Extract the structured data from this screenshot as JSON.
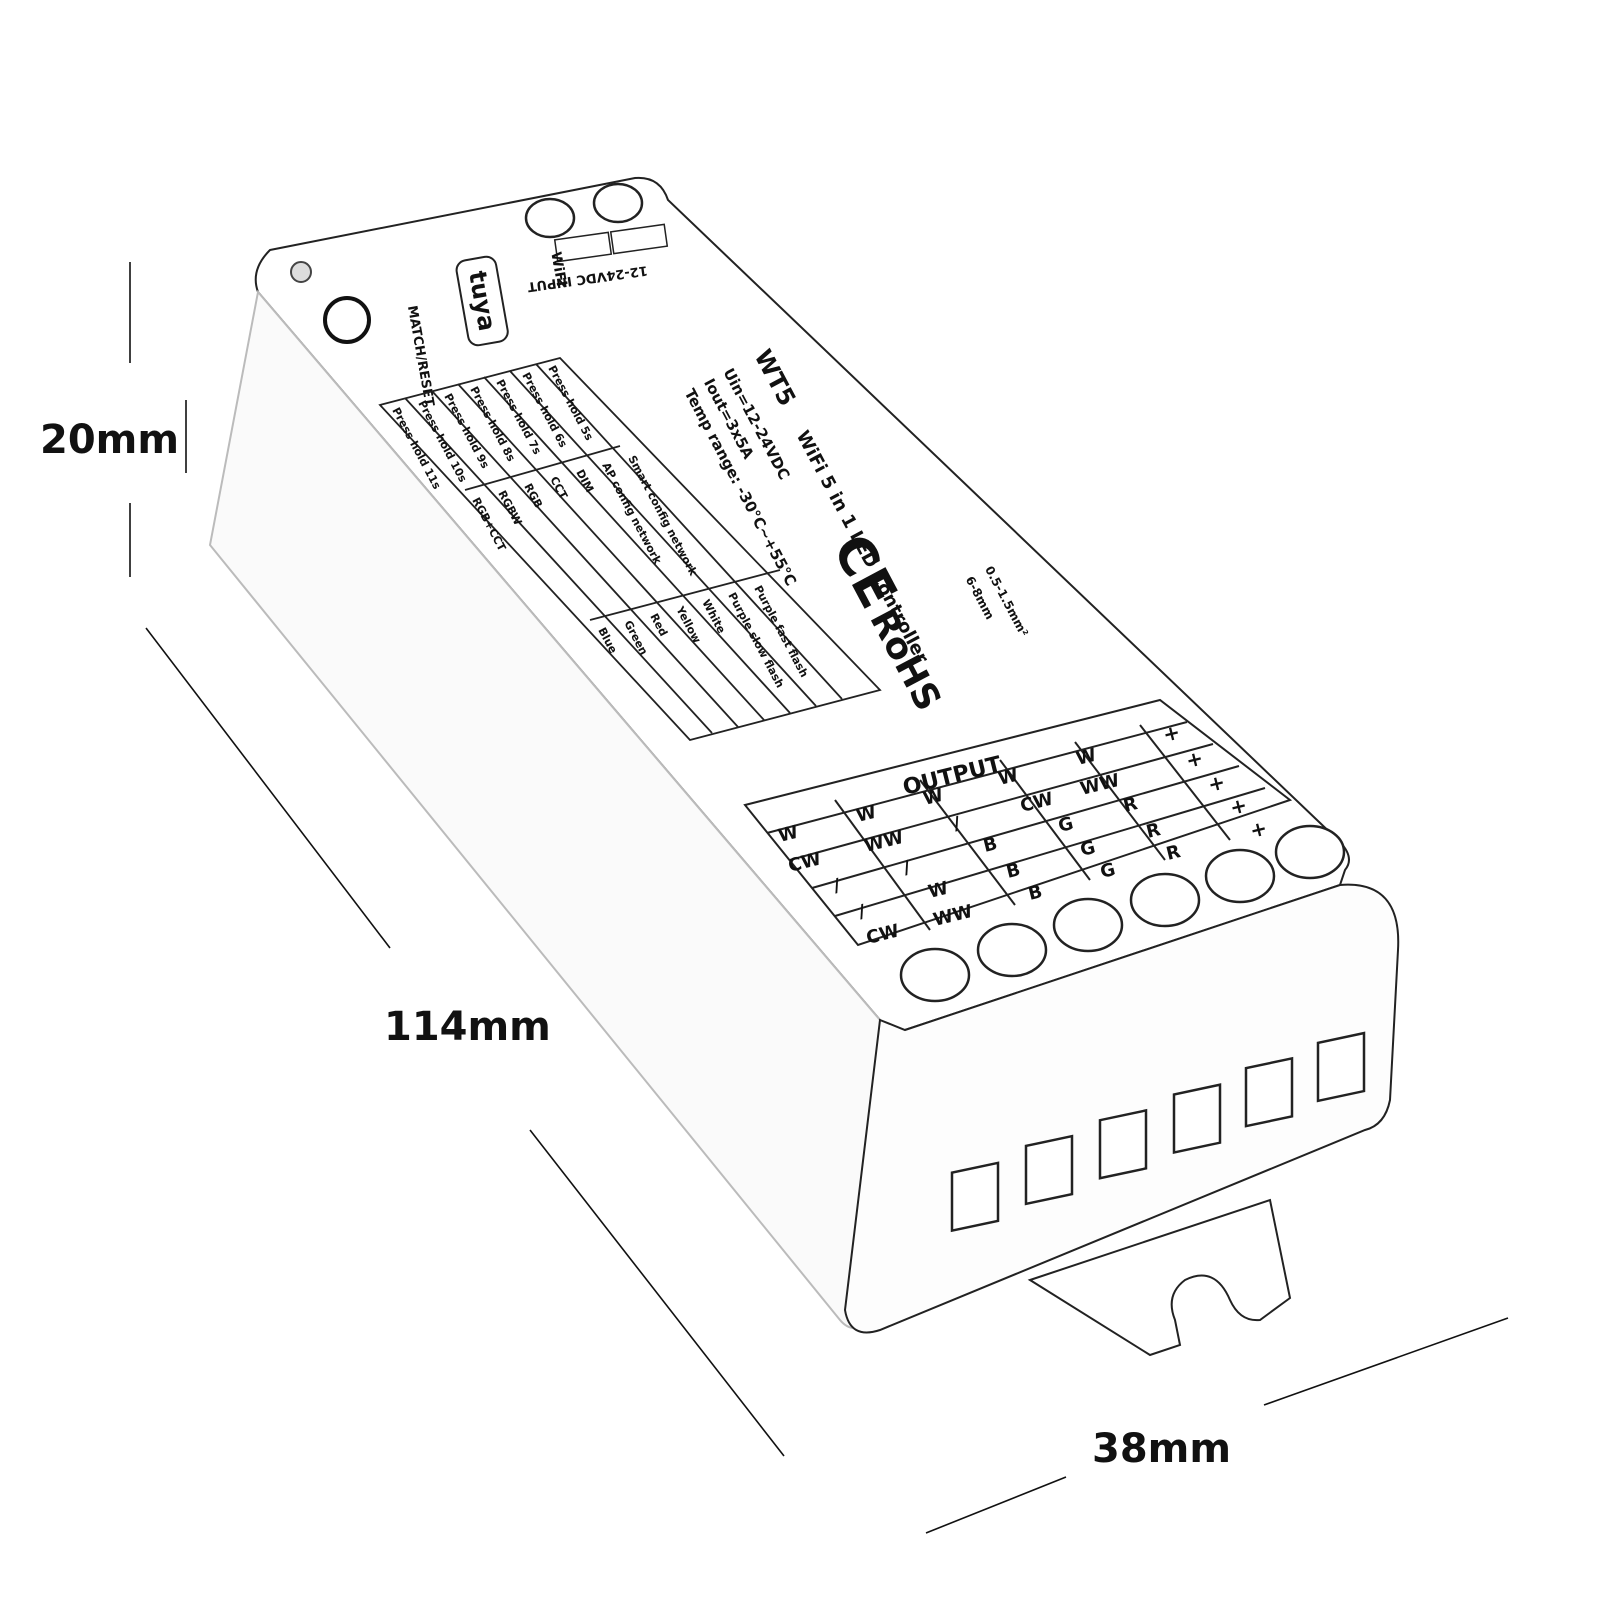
{
  "dimensions": {
    "height": "20mm",
    "length": "114mm",
    "width": "38mm"
  },
  "device": {
    "model": "WT5",
    "title": "WiFi 5 in 1 LED Controller",
    "brand_logo": "tuya",
    "wifi_label": "WiFi",
    "reset_label": "MATCH/RESET",
    "specs": [
      "Uin=12-24VDC",
      "Iout=3x5A",
      "Temp range: -30°C~+55°C"
    ],
    "certifications": [
      "CE",
      "RoHS"
    ],
    "wire_spec": "0.5-1.5mm²",
    "strip_length": "6-8mm",
    "input_label": "12-24VDC INPUT"
  },
  "press_table": {
    "rows": [
      [
        "Press hold 5s",
        "Smart config network",
        ""
      ],
      [
        "Press hold 6s",
        "AP config network",
        ""
      ],
      [
        "Press hold 7s",
        "DIM",
        ""
      ],
      [
        "Press hold 8s",
        "CCT",
        ""
      ],
      [
        "Press hold 9s",
        "RGB",
        ""
      ],
      [
        "Press hold 10s",
        "RGBW",
        ""
      ],
      [
        "Press hold 11s",
        "RGB+CCT",
        ""
      ]
    ],
    "flash_rows": [
      [
        "Purple fast flash"
      ],
      [
        "Purple slow flash"
      ],
      [
        "White"
      ],
      [
        "Yellow"
      ],
      [
        "Red"
      ],
      [
        "Green"
      ],
      [
        "Blue"
      ]
    ]
  },
  "output_table": {
    "title": "OUTPUT",
    "rows": [
      [
        "+",
        "W",
        "W",
        "W",
        "W",
        "W"
      ],
      [
        "+",
        "WW",
        "CW",
        "/",
        "WW",
        "CW"
      ],
      [
        "+",
        "R",
        "G",
        "B",
        "/",
        "/"
      ],
      [
        "+",
        "R",
        "G",
        "B",
        "W",
        "/"
      ],
      [
        "+",
        "R",
        "G",
        "B",
        "WW",
        "CW"
      ]
    ]
  }
}
